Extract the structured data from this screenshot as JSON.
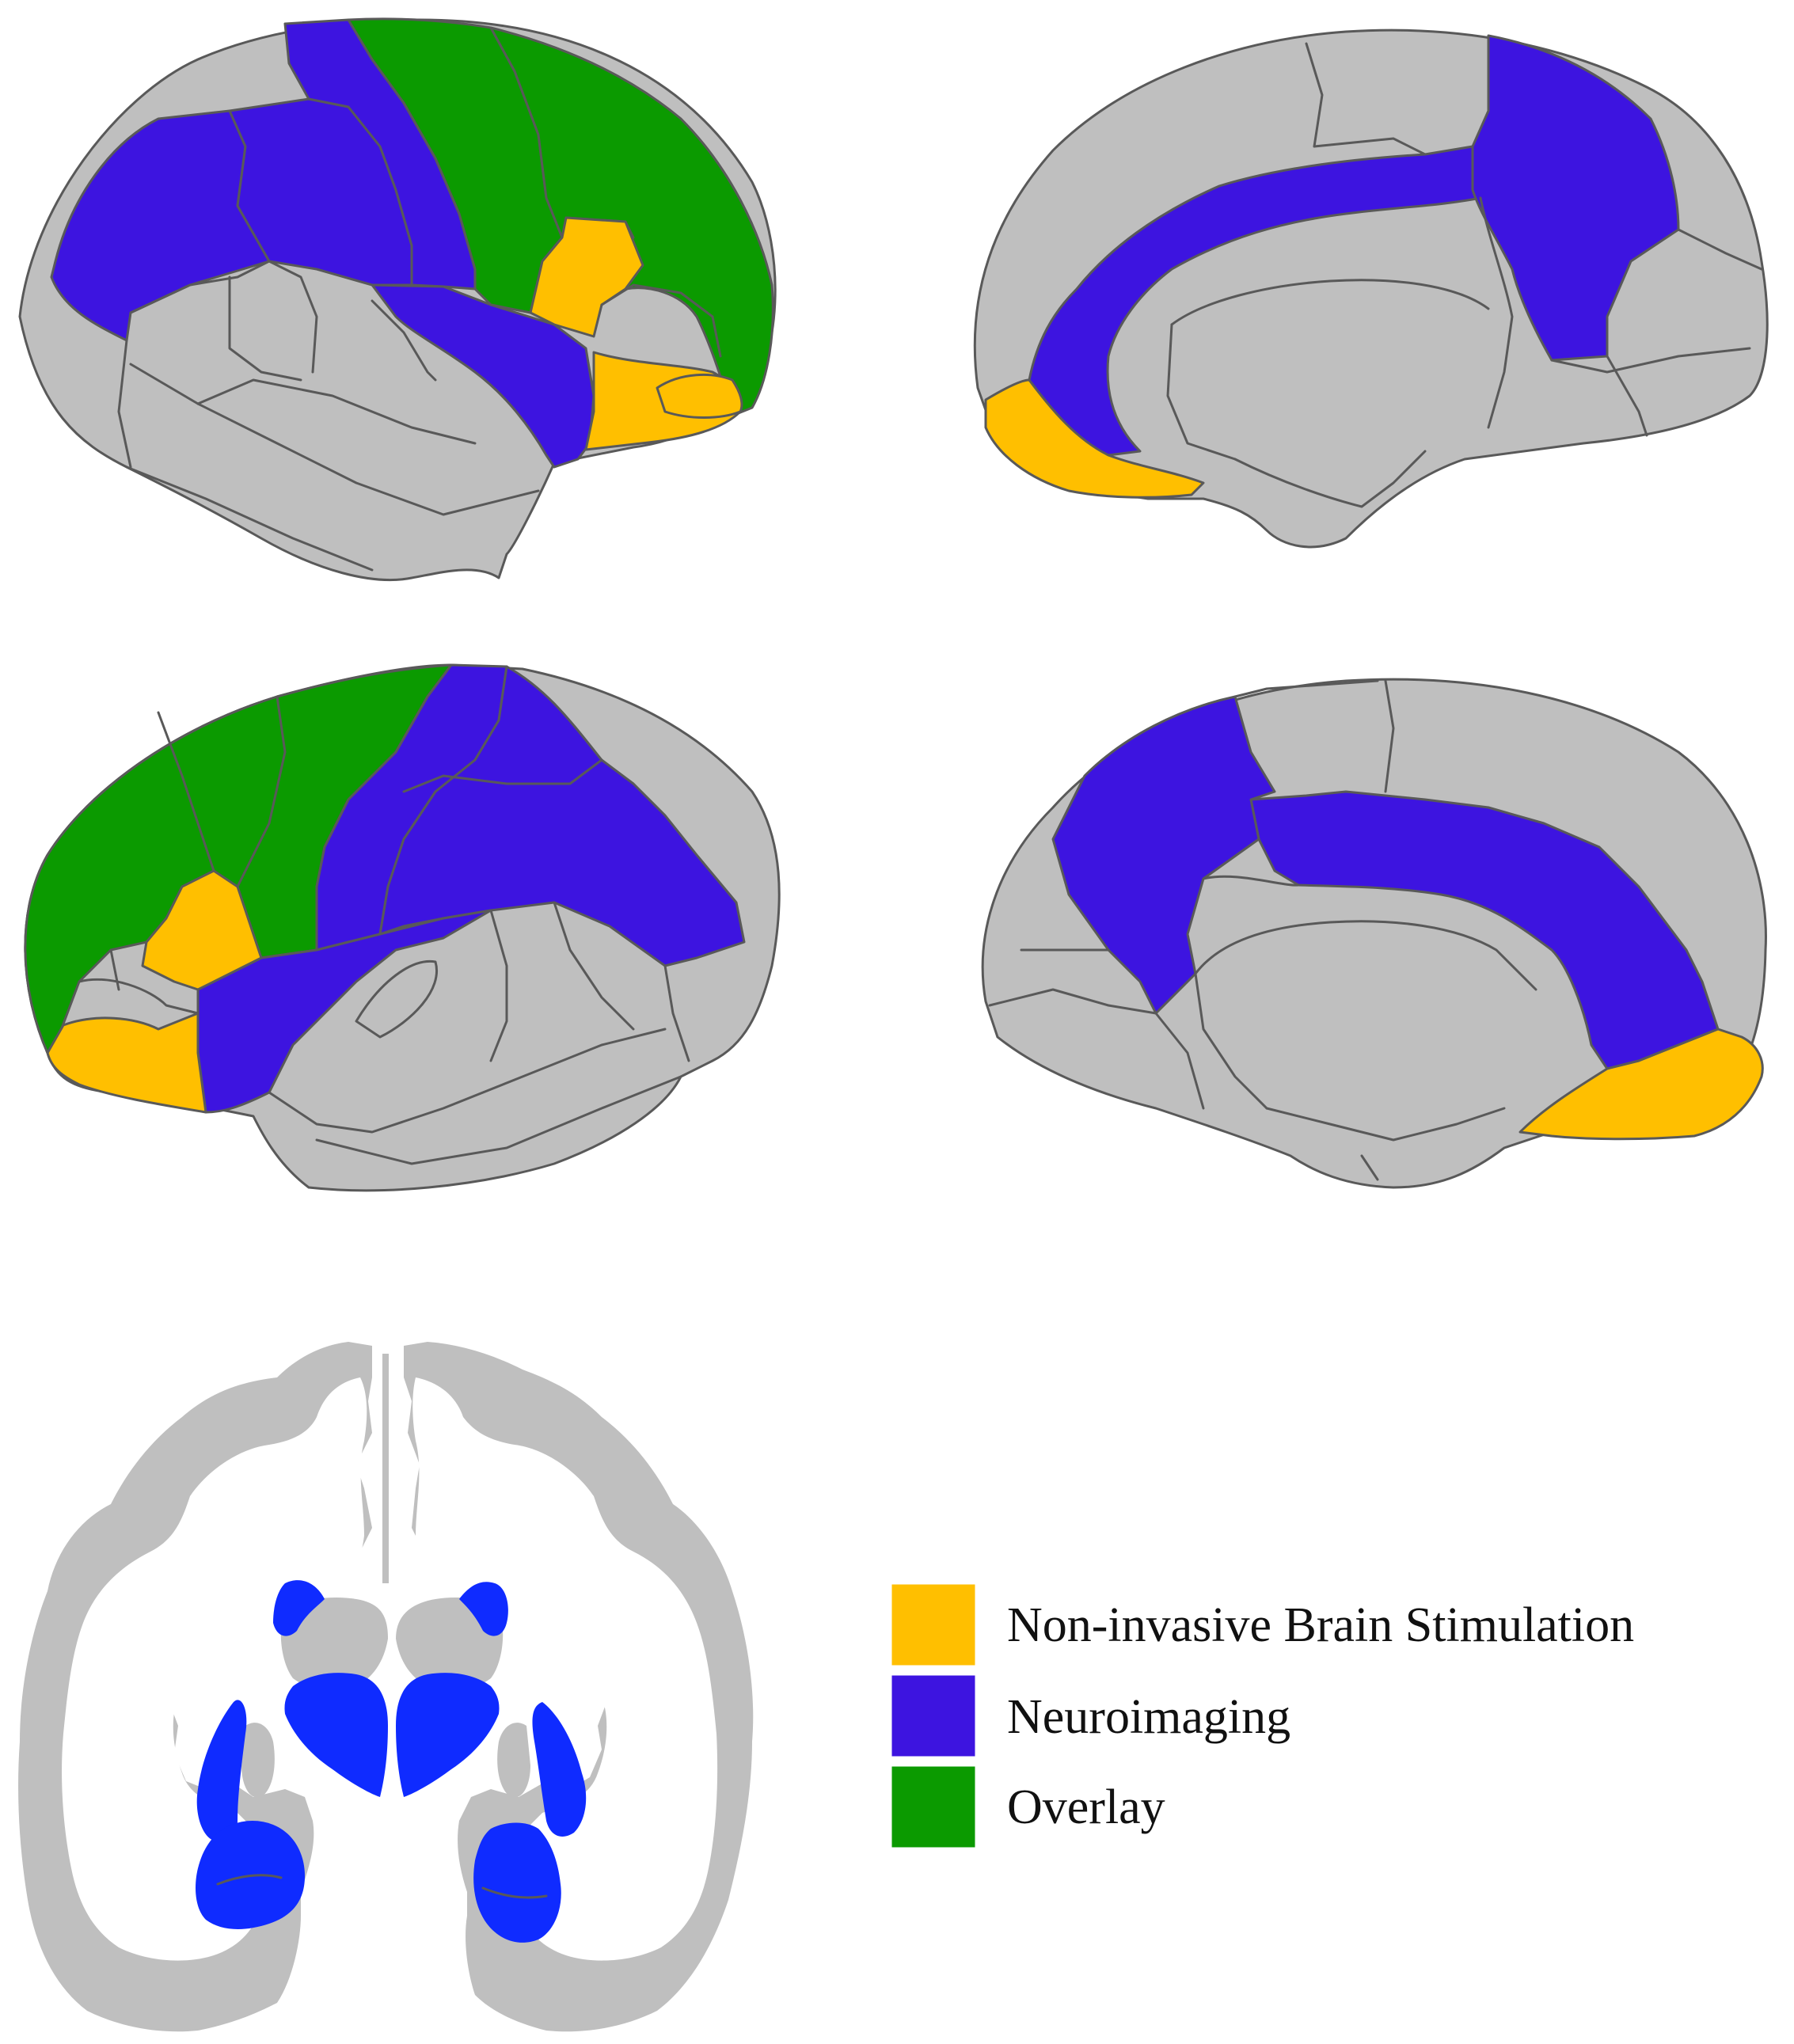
{
  "colors": {
    "background": "#ffffff",
    "cortex": "#bfbfbf",
    "region_border": "#595959",
    "white_matter": "#ffffff",
    "subcortical": "#0f2bff"
  },
  "legend": {
    "items": [
      {
        "key": "stimulation",
        "label": "Non-invasive Brain Stimulation",
        "color": "#ffbf00"
      },
      {
        "key": "neuroimaging",
        "label": "Neuroimaging",
        "color": "#3d14e0"
      },
      {
        "key": "overlay",
        "label": "Overlay",
        "color": "#0b9a00"
      }
    ]
  }
}
